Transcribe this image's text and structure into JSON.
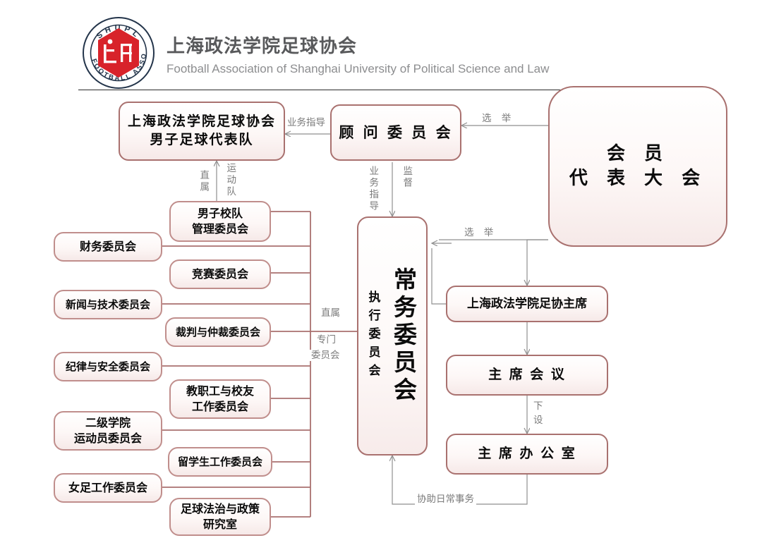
{
  "header": {
    "logo": {
      "top_arc_text": "SHUPL",
      "bottom_arc_text": "FOOTBALL ASSOCIATION",
      "emblem_text": "上政",
      "ring_color": "#23344a",
      "shield_color": "#d8232a"
    },
    "title_cn": "上海政法学院足球协会",
    "title_en": "Football Association of Shanghai University of Political Science and Law"
  },
  "theme": {
    "box_border": "#a9716f",
    "box_fill_top": "#ffffff",
    "box_fill_bottom": "#f6e9e8",
    "wire_color": "#8f8f8f",
    "trunk_color": "#a9716f",
    "label_color": "#7b7b7b",
    "rule_color": "#2a2a2a"
  },
  "nodes": {
    "mens_team": {
      "line1": "上海政法学院足球协会",
      "line2": "男子足球代表队"
    },
    "advisory": "顾 问 委 员 会",
    "assembly": {
      "line1": "会  员",
      "line2": "代 表 大 会"
    },
    "standing": {
      "main": "常务委员会",
      "sub": "执行委员会"
    },
    "chairman": "上海政法学院足协主席",
    "chair_meeting": "主 席 会 议",
    "chair_office": "主 席 办 公 室"
  },
  "committees_right": [
    {
      "line1": "男子校队",
      "line2": "管理委员会"
    },
    {
      "line1": "竞赛委员会",
      "line2": ""
    },
    {
      "line1": "裁判与仲裁委员会",
      "line2": ""
    },
    {
      "line1": "教职工与校友",
      "line2": "工作委员会"
    },
    {
      "line1": "留学生工作委员会",
      "line2": ""
    },
    {
      "line1": "足球法治与政策",
      "line2": "研究室"
    }
  ],
  "committees_left": [
    {
      "line1": "财务委员会",
      "line2": ""
    },
    {
      "line1": "新闻与技术委员会",
      "line2": ""
    },
    {
      "line1": "纪律与安全委员会",
      "line2": ""
    },
    {
      "line1": "二级学院",
      "line2": "运动员委员会"
    },
    {
      "line1": "女足工作委员会",
      "line2": ""
    }
  ],
  "edge_labels": {
    "business_guidance_top": "业务指导",
    "elect_top": "选  举",
    "elect_bottom": "选  举",
    "direct_subordinate_team": "直属",
    "athletic_team": "运动队",
    "business_guidance_vertical": "业务指导",
    "supervision": "监督",
    "direct_subordinate": "直属",
    "special_committees": "专门\n委员会",
    "special_committees_l1": "专门",
    "special_committees_l2": "委员会",
    "subordinate_setup_l1": "下",
    "subordinate_setup_l2": "设",
    "assist_daily": "协助日常事务"
  }
}
